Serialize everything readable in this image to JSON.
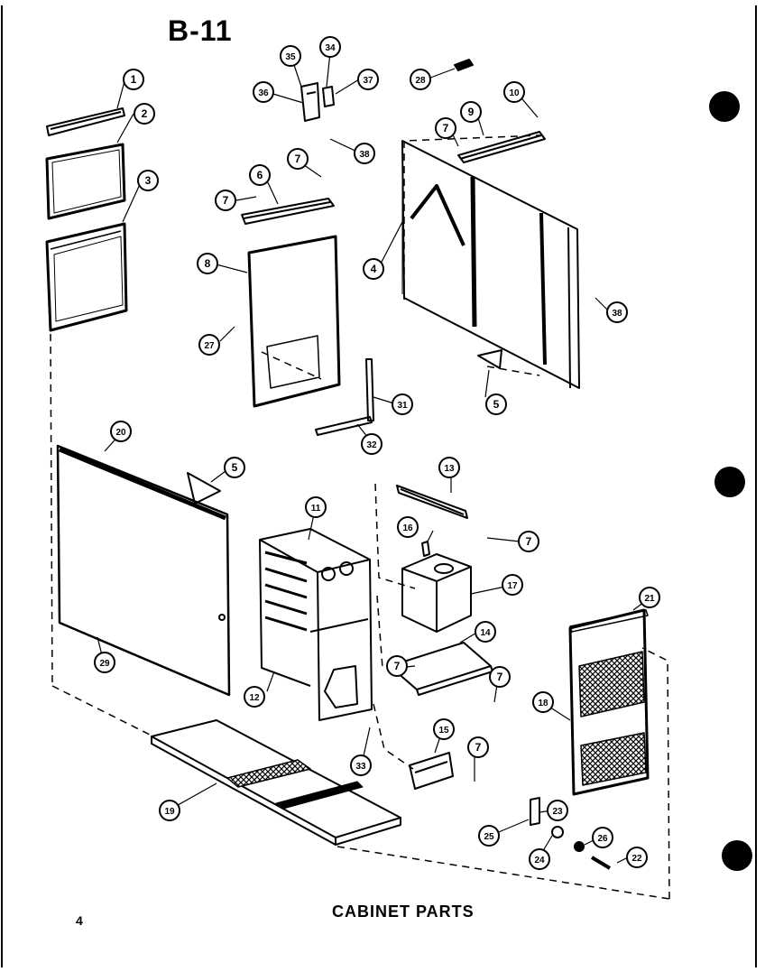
{
  "page": {
    "figure_id": "B-11",
    "caption": "CABINET PARTS",
    "page_number": "4"
  },
  "callouts": [
    {
      "id": "c1",
      "label": "1"
    },
    {
      "id": "c2",
      "label": "2"
    },
    {
      "id": "c3",
      "label": "3"
    },
    {
      "id": "c4",
      "label": "4"
    },
    {
      "id": "c5a",
      "label": "5"
    },
    {
      "id": "c5b",
      "label": "5"
    },
    {
      "id": "c6",
      "label": "6"
    },
    {
      "id": "c7a",
      "label": "7"
    },
    {
      "id": "c7b",
      "label": "7"
    },
    {
      "id": "c7c",
      "label": "7"
    },
    {
      "id": "c7d",
      "label": "7"
    },
    {
      "id": "c7e",
      "label": "7"
    },
    {
      "id": "c7f",
      "label": "7"
    },
    {
      "id": "c7g",
      "label": "7"
    },
    {
      "id": "c8",
      "label": "8"
    },
    {
      "id": "c9",
      "label": "9"
    },
    {
      "id": "c10",
      "label": "10"
    },
    {
      "id": "c11",
      "label": "11"
    },
    {
      "id": "c12",
      "label": "12"
    },
    {
      "id": "c13",
      "label": "13"
    },
    {
      "id": "c14",
      "label": "14"
    },
    {
      "id": "c15",
      "label": "15"
    },
    {
      "id": "c16",
      "label": "16"
    },
    {
      "id": "c17",
      "label": "17"
    },
    {
      "id": "c18",
      "label": "18"
    },
    {
      "id": "c19",
      "label": "19"
    },
    {
      "id": "c20",
      "label": "20"
    },
    {
      "id": "c21",
      "label": "21"
    },
    {
      "id": "c22",
      "label": "22"
    },
    {
      "id": "c23",
      "label": "23"
    },
    {
      "id": "c24",
      "label": "24"
    },
    {
      "id": "c25",
      "label": "25"
    },
    {
      "id": "c26",
      "label": "26"
    },
    {
      "id": "c27",
      "label": "27"
    },
    {
      "id": "c28",
      "label": "28"
    },
    {
      "id": "c29",
      "label": "29"
    },
    {
      "id": "c31",
      "label": "31"
    },
    {
      "id": "c32",
      "label": "32"
    },
    {
      "id": "c33",
      "label": "33"
    },
    {
      "id": "c34",
      "label": "34"
    },
    {
      "id": "c35",
      "label": "35"
    },
    {
      "id": "c36",
      "label": "36"
    },
    {
      "id": "c37",
      "label": "37"
    },
    {
      "id": "c38a",
      "label": "38"
    },
    {
      "id": "c38b",
      "label": "38"
    }
  ]
}
